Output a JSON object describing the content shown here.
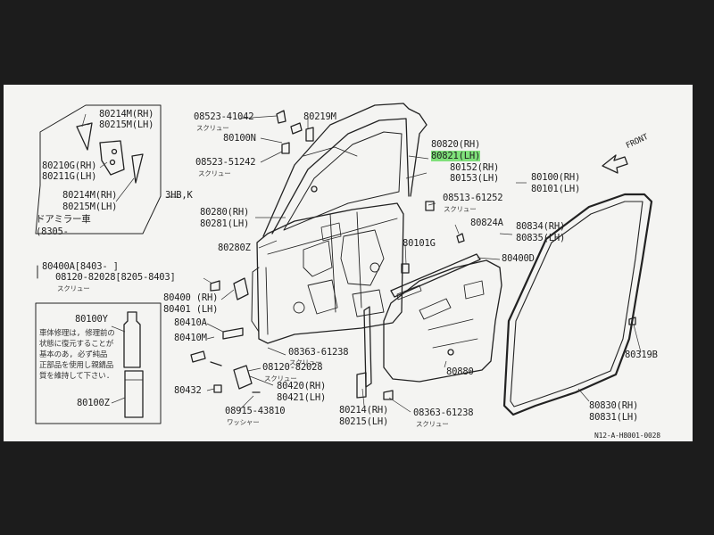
{
  "colors": {
    "background": "#1c1c1c",
    "paper": "#f4f4f2",
    "ink": "#1e1e1e",
    "highlight": "#7fe07a"
  },
  "labels": {
    "p80214M_RH": "80214M(RH)",
    "p80215M_LH": "80215M(LH)",
    "p80210G_RH": "80210G(RH)",
    "p80211G_LH": "80211G(LH)",
    "p80214M_RH_b": "80214M(RH)",
    "p80215M_LH_b": "80215M(LH)",
    "mirror_note": "3HB,K",
    "door_mirror_car": "ドアミラー車",
    "door_mirror_range": "(8305-",
    "p08523_41042": "08523-41042",
    "screw_1": "スクリュー",
    "p80100N": "80100N",
    "p80219M": "80219M",
    "p08523_51242": "08523-51242",
    "screw_2": "スクリュー",
    "p80820_RH": "80820(RH)",
    "p80821_LH": "80821(LH)",
    "p80152_RH": "80152(RH)",
    "p80153_LH": "80153(LH)",
    "p80100_RH": "80100(RH)",
    "p80101_LH": "80101(LH)",
    "front": "FRONT",
    "p08513_61252": "08513-61252",
    "screw_3": "スクリュー",
    "p80280_RH": "80280(RH)",
    "p80281_LH": "80281(LH)",
    "p80280Z": "80280Z",
    "p80824A": "80824A",
    "p80834_RH": "80834(RH)",
    "p80835_LH": "80835(LH)",
    "p80101G": "80101G",
    "p80400D": "80400D",
    "p80400A": "80400A[8403-    ]",
    "p08120_82028_range": "08120-82028[8205-8403]",
    "screw_4": "スクリュー",
    "p80400_RH": "80400 (RH)",
    "p80401_LH": "80401 (LH)",
    "p80410A": "80410A",
    "p80410M": "80410M",
    "p80100Y": "80100Y",
    "note_l1": "車体修理は, 修理前の",
    "note_l2": "状態に復元することが",
    "note_l3": "基本のあ, 必ず純品",
    "note_l4": "正部品を使用し親錆品",
    "note_l5": "質を維持して下さい.",
    "p80100Z": "80100Z",
    "p08363_61238_a": "08363-61238",
    "screw_5": "スクリュー",
    "p08120_82028": "08120-82028",
    "screw_6": "スクリュー",
    "p80420_RH": "80420(RH)",
    "p80421_LH": "80421(LH)",
    "p80432": "80432",
    "p08915_43810": "08915-43810",
    "washer": "ワッシャー",
    "p80880": "80880",
    "p80214_RH": "80214(RH)",
    "p80215_LH": "80215(LH)",
    "p08363_61238_b": "08363-61238",
    "screw_7": "スクリュー",
    "p80319B": "80319B",
    "p80830_RH": "80830(RH)",
    "p80831_LH": "80831(LH)",
    "figure_code": "N12-A-H8001-0028"
  }
}
